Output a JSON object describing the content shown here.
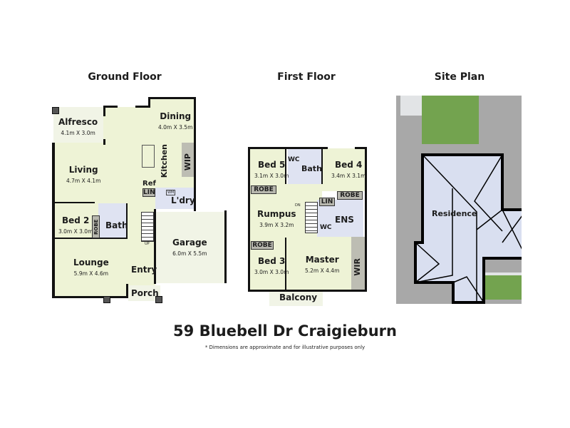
{
  "headings": {
    "ground_floor": "Ground Floor",
    "first_floor": "First Floor",
    "site_plan": "Site Plan"
  },
  "ground_floor": {
    "rooms": {
      "alfresco": {
        "name": "Alfresco",
        "dim": "4.1m X 3.0m"
      },
      "dining": {
        "name": "Dining",
        "dim": "4.0m X 3.5m"
      },
      "living": {
        "name": "Living",
        "dim": "4.7m X 4.1m"
      },
      "kitchen": {
        "name": "Kitchen"
      },
      "wip": {
        "name": "WIP"
      },
      "ref": {
        "name": "Ref"
      },
      "lin": {
        "name": "LIN"
      },
      "wm": {
        "name": "WM"
      },
      "laundry": {
        "name": "L'dry"
      },
      "bed2": {
        "name": "Bed 2",
        "dim": "3.0m X 3.0m"
      },
      "robe": {
        "name": "ROBE"
      },
      "bath": {
        "name": "Bath"
      },
      "garage": {
        "name": "Garage",
        "dim": "6.0m X 5.5m"
      },
      "lounge": {
        "name": "Lounge",
        "dim": "5.9m X 4.6m"
      },
      "entry": {
        "name": "Entry"
      },
      "porch": {
        "name": "Porch"
      },
      "stairs_up": "UP"
    }
  },
  "first_floor": {
    "rooms": {
      "bed5": {
        "name": "Bed 5",
        "dim": "3.1m X 3.0m"
      },
      "wc1": {
        "name": "WC"
      },
      "bath": {
        "name": "Bath"
      },
      "bed4": {
        "name": "Bed 4",
        "dim": "3.4m X 3.1m"
      },
      "robe_bed5": {
        "name": "ROBE"
      },
      "robe_bed4": {
        "name": "ROBE"
      },
      "lin": {
        "name": "LIN"
      },
      "rumpus": {
        "name": "Rumpus",
        "dim": "3.9m X 3.2m"
      },
      "ens": {
        "name": "ENS"
      },
      "wc2": {
        "name": "WC"
      },
      "robe_bed3": {
        "name": "ROBE"
      },
      "bed3": {
        "name": "Bed 3",
        "dim": "3.0m X 3.0m"
      },
      "master": {
        "name": "Master",
        "dim": "5.2m X 4.4m"
      },
      "wir": {
        "name": "WIR"
      },
      "balcony": {
        "name": "Balcony"
      },
      "stairs_down": "DN"
    }
  },
  "site_plan": {
    "residence_label": "Residence",
    "colors": {
      "lot": "#a8a8a8",
      "lawn": "#73a34f",
      "roof": "#d9dff0",
      "path": "#e2e4e6"
    }
  },
  "footer": {
    "address": "59 Bluebell Dr Craigieburn",
    "disclaimer": "* Dimensions are approximate and for illustrative purposes only"
  }
}
